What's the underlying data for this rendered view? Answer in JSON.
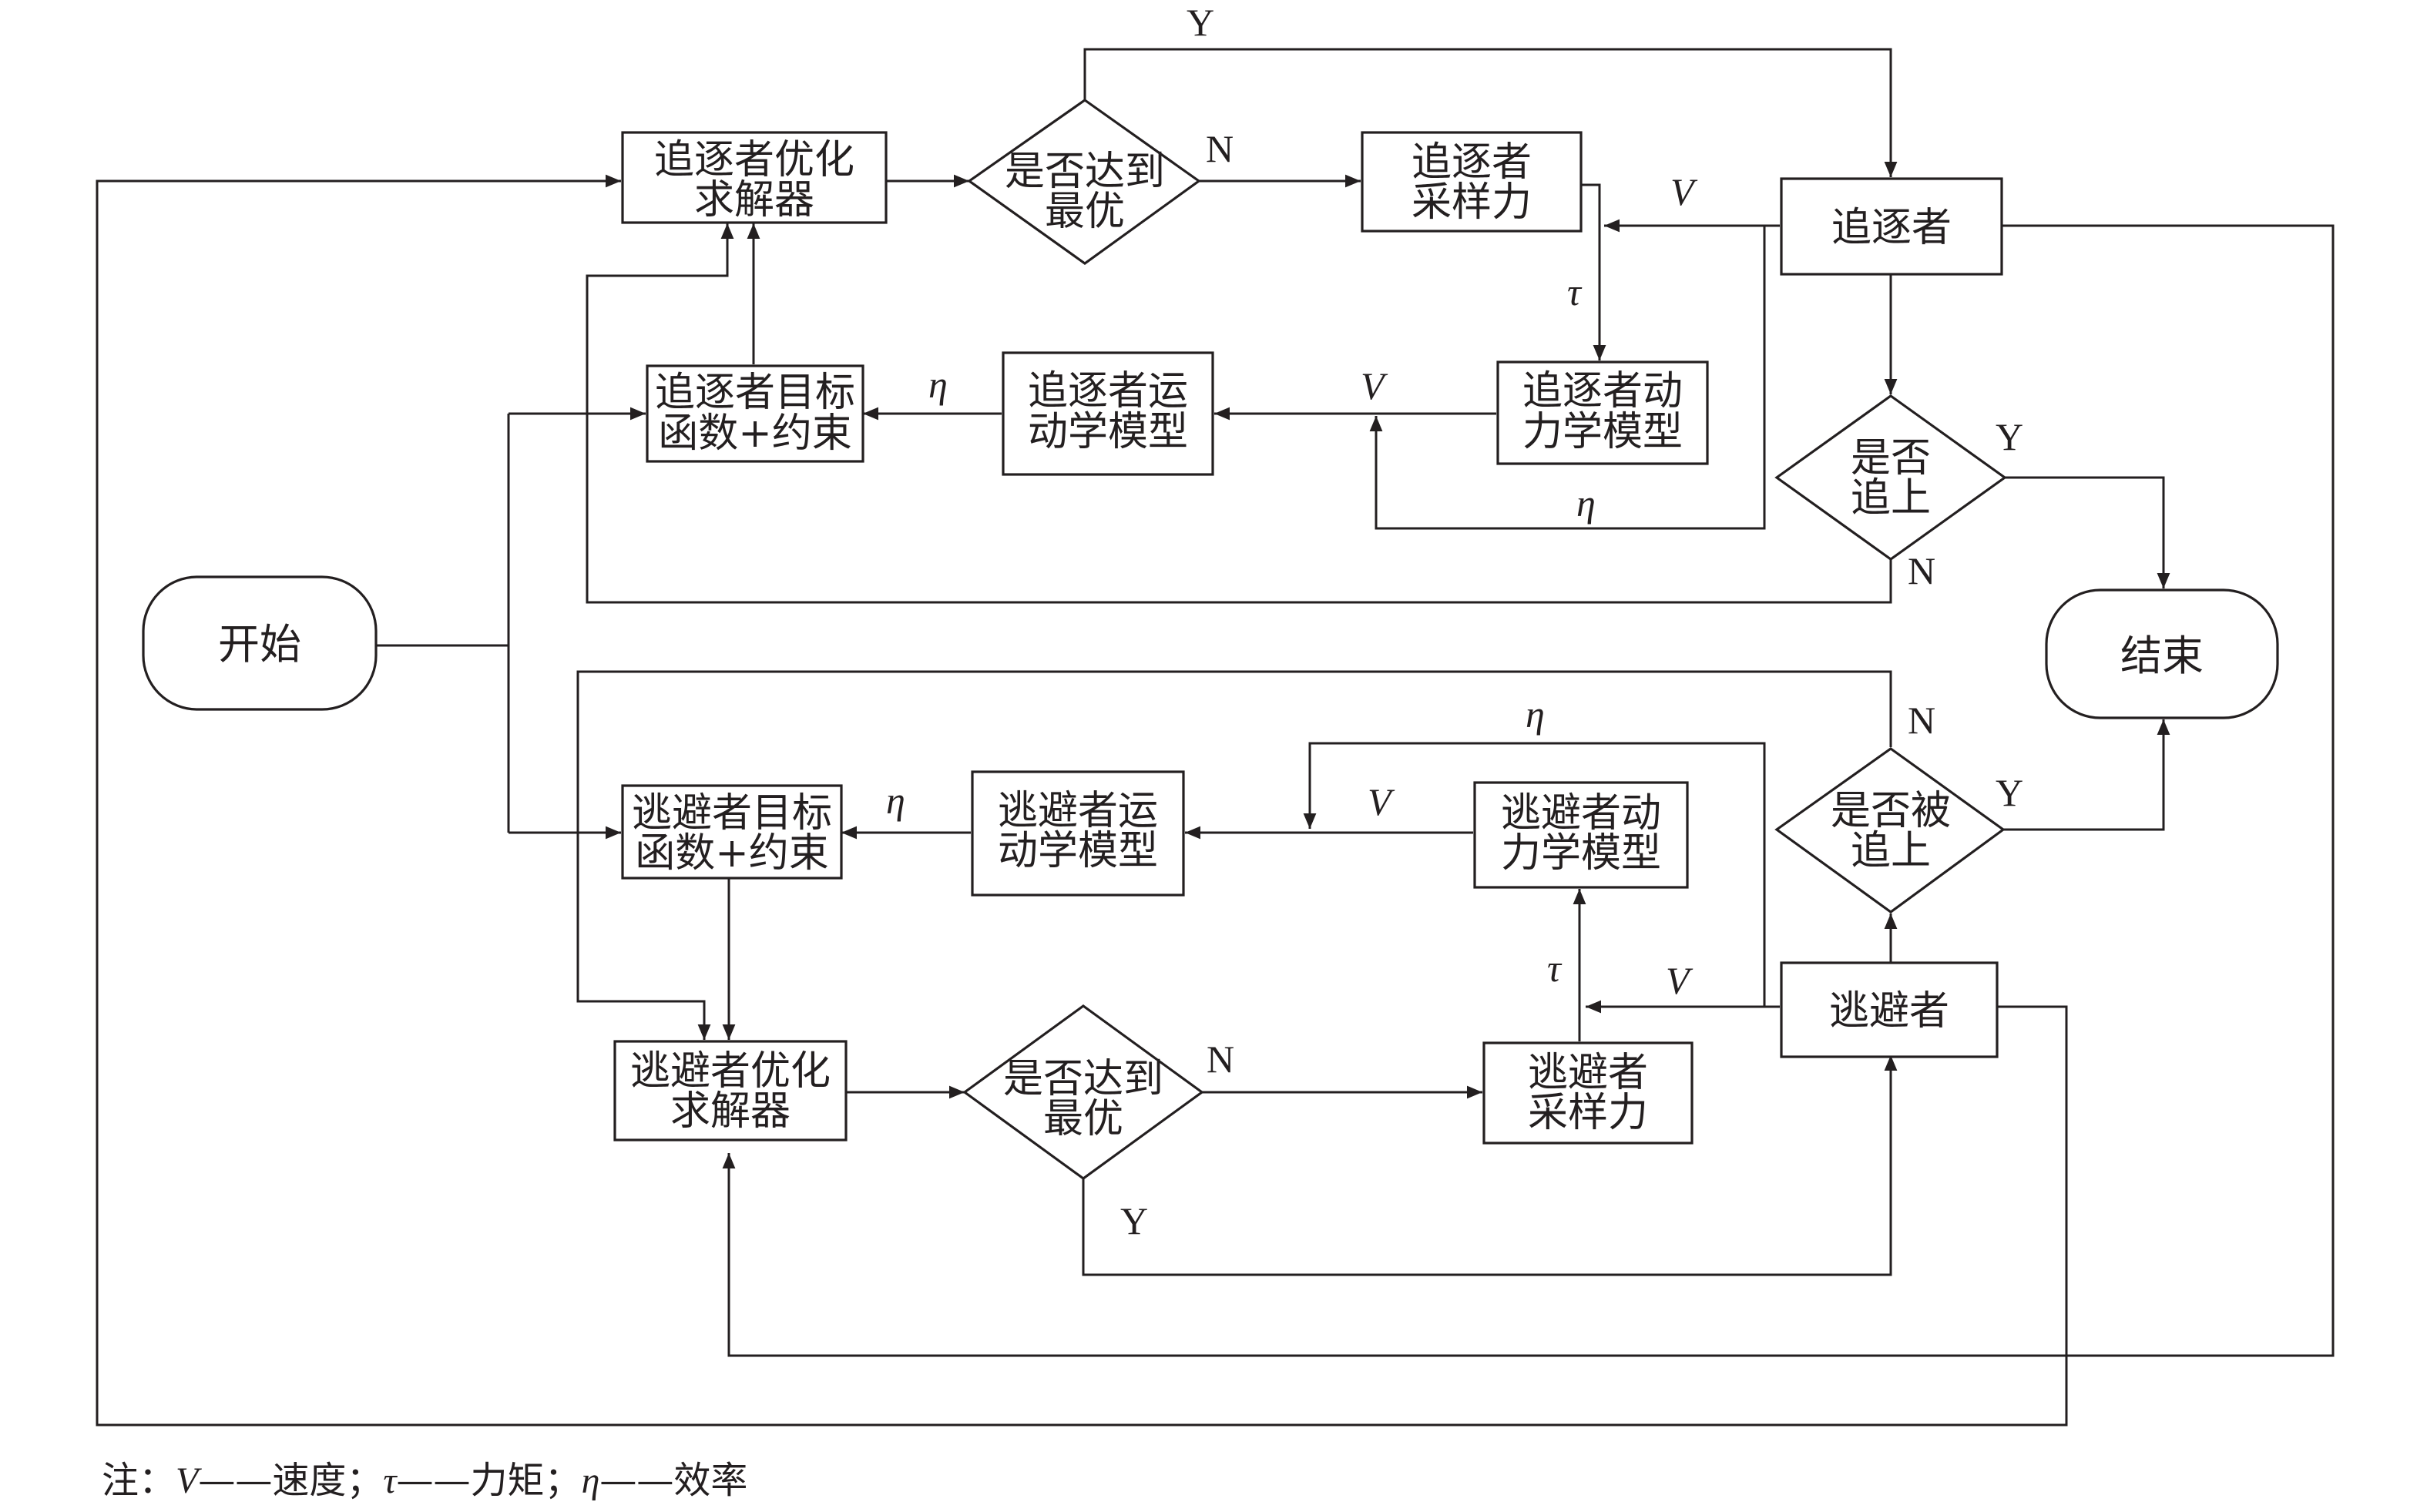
{
  "nodes": {
    "start": "开始",
    "end": "结束",
    "p_solver": [
      "追逐者优化",
      "求解器"
    ],
    "p_opt": [
      "是否达到",
      "最优"
    ],
    "p_sample": [
      "追逐者",
      "采样力"
    ],
    "p_agent": "追逐者",
    "p_obj": [
      "追逐者目标",
      "函数+约束"
    ],
    "p_kin": [
      "追逐者运",
      "动学模型"
    ],
    "p_dyn": [
      "追逐者动",
      "力学模型"
    ],
    "p_caught": [
      "是否",
      "追上"
    ],
    "e_obj": [
      "逃避者目标",
      "函数+约束"
    ],
    "e_kin": [
      "逃避者运",
      "动学模型"
    ],
    "e_dyn": [
      "逃避者动",
      "力学模型"
    ],
    "e_caught": [
      "是否被",
      "追上"
    ],
    "e_solver": [
      "逃避者优化",
      "求解器"
    ],
    "e_opt": [
      "是否达到",
      "最优"
    ],
    "e_sample": [
      "逃避者",
      "采样力"
    ],
    "e_agent": "逃避者"
  },
  "edge_labels": {
    "yes": "Y",
    "no": "N",
    "velocity": "V",
    "torque": "τ",
    "efficiency": "η"
  },
  "note": {
    "prefix": "注：",
    "v_sym": "V",
    "v_text": "——速度；",
    "tau_sym": "τ",
    "tau_text": "——力矩；",
    "eta_sym": "η",
    "eta_text": "——效率"
  }
}
